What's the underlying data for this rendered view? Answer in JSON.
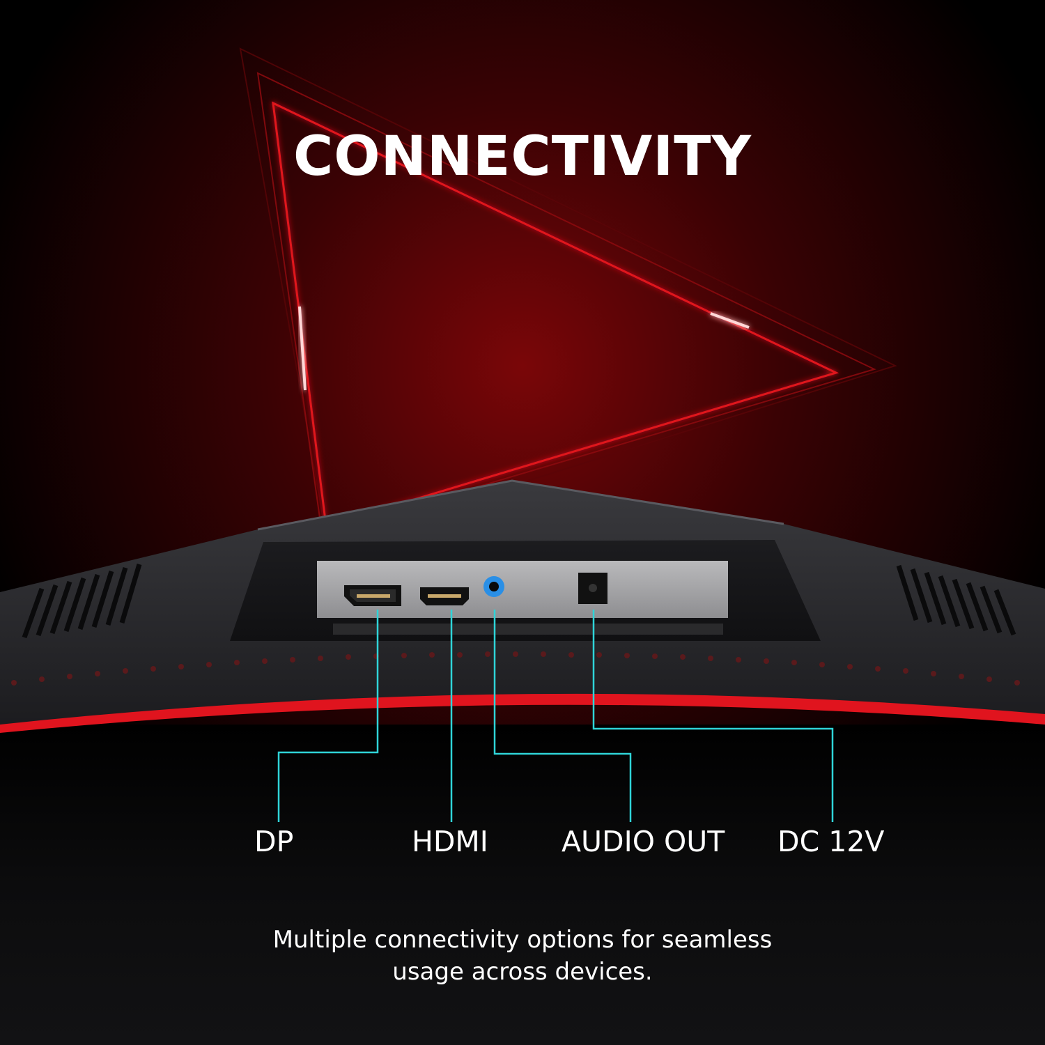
{
  "title": "CONNECTIVITY",
  "ports": {
    "dp": "DP",
    "hdmi": "HDMI",
    "audio_out": "AUDIO OUT",
    "dc_12v": "DC 12V"
  },
  "tagline": {
    "line1": "Multiple connectivity options for seamless",
    "line2": "usage across devices."
  },
  "colors": {
    "background": "#000000",
    "accent_red": "#e0141e",
    "leader_line": "#2fd4d8",
    "text": "#ffffff",
    "audio_jack": "#2a8fe6"
  }
}
